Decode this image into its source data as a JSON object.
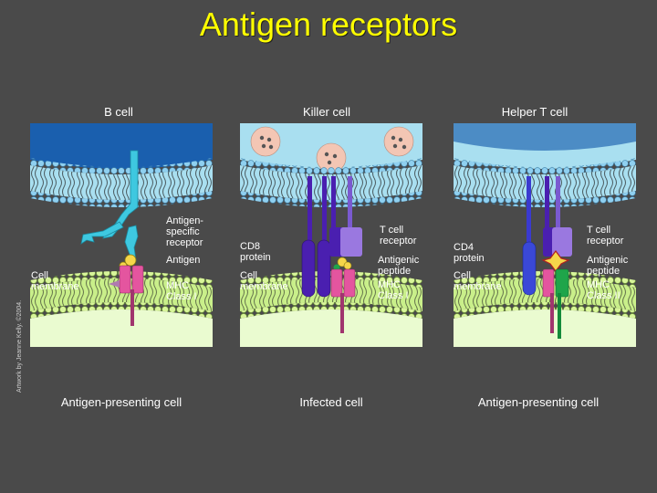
{
  "title": "Antigen receptors",
  "panels": {
    "bcell": {
      "header": "B cell",
      "footer": "Antigen-presenting cell",
      "labels": {
        "receptor": "Antigen-\nspecific\nreceptor",
        "antigen": "Antigen",
        "membrane": "Cell\nmembrane",
        "mhc": "MHC\nClass I"
      }
    },
    "killer": {
      "header": "Killer cell",
      "footer": "Infected cell",
      "labels": {
        "tcr": "T cell\nreceptor",
        "cd8": "CD8\nprotein",
        "peptide": "Antigenic\npeptide",
        "membrane": "Cell\nmembrane",
        "mhc": "MHC\nClass I"
      }
    },
    "helper": {
      "header": "Helper T cell",
      "footer": "Antigen-presenting cell",
      "labels": {
        "tcr": "T cell\nreceptor",
        "cd4": "CD4\nprotein",
        "peptide": "Antigenic\npeptide",
        "membrane": "Cell\nmembrane",
        "mhc": "MHC\nClass II"
      }
    }
  },
  "credit": "Artwork by Jeanne Kelly. ©2004.",
  "colors": {
    "title": "#ffff00",
    "background": "#4a4a4a",
    "upper_cell_bcell": "#1a5fae",
    "upper_cell_tcell": "#a9dff0",
    "lower_cell": "#eafbd0",
    "membrane_blue": "#6fb6df",
    "membrane_green": "#c9ef8a",
    "bcr": "#3ec8e0",
    "mhc1": "#e4559f",
    "mhc2": "#1fa54a",
    "cd8": "#4a1fb0",
    "tcr": "#9a78e0",
    "antigen": "#f5d64a"
  }
}
